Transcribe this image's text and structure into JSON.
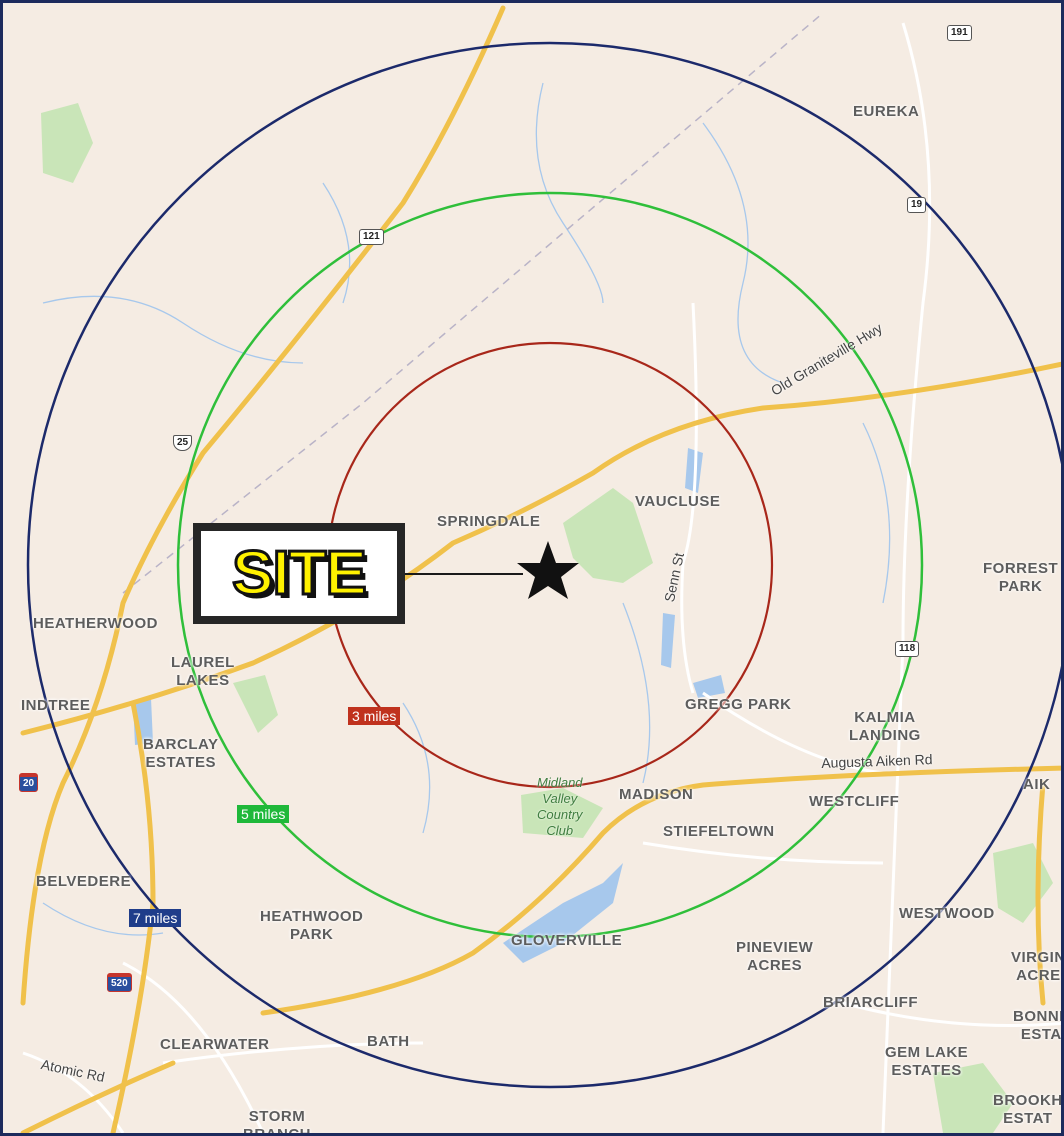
{
  "map": {
    "site_label": "SITE",
    "rings": [
      {
        "label": "3 miles",
        "color": "#a8271a",
        "tag_color": "#c0321e"
      },
      {
        "label": "5 miles",
        "color": "#2fbf3a",
        "tag_color": "#1fb83a"
      },
      {
        "label": "7 miles",
        "color": "#1c2a6b",
        "tag_color": "#1f3d8a"
      }
    ],
    "places": {
      "eureka": "EUREKA",
      "springdale": "SPRINGDALE",
      "vaucluse": "VAUCLUSE",
      "forrest_park": "FORREST\nPARK",
      "heatherwood": "HEATHERWOOD",
      "laurel_lakes": "LAUREL\nLAKES",
      "windtree": "INDTREE",
      "barclay_estates": "BARCLAY\nESTATES",
      "gregg_park": "GREGG PARK",
      "kalmia_landing": "KALMIA\nLANDING",
      "madison": "MADISON",
      "westcliff": "WESTCLIFF",
      "stiefeltown": "STIEFELTOWN",
      "aik": "AIK",
      "belvedere": "BELVEDERE",
      "heathwood_park": "HEATHWOOD\nPARK",
      "westwood": "WESTWOOD",
      "gloverville": "GLOVERVILLE",
      "pineview_acres": "PINEVIEW\nACRES",
      "virgin_acres": "VIRGIN\nACRE",
      "briarcliff": "BRIARCLIFF",
      "bonne_esta": "BONNE\nESTA",
      "clearwater": "CLEARWATER",
      "bath": "BATH",
      "gem_lake_estates": "GEM LAKE\nESTATES",
      "brookh_estat": "BROOKH\nESTAT",
      "storm_branch": "STORM\nBRANCH"
    },
    "roads": {
      "old_graniteville": "Old Graniteville Hwy",
      "senn_st": "Senn St",
      "augusta_aiken": "Augusta Aiken Rd",
      "atomic_rd": "Atomic Rd"
    },
    "parks": {
      "midland_valley": "Midland\nValley\nCountry\nClub"
    },
    "shields": {
      "r191": "191",
      "r19": "19",
      "r121": "121",
      "r25": "25",
      "r118": "118",
      "i520": "520",
      "i20": "20"
    }
  }
}
